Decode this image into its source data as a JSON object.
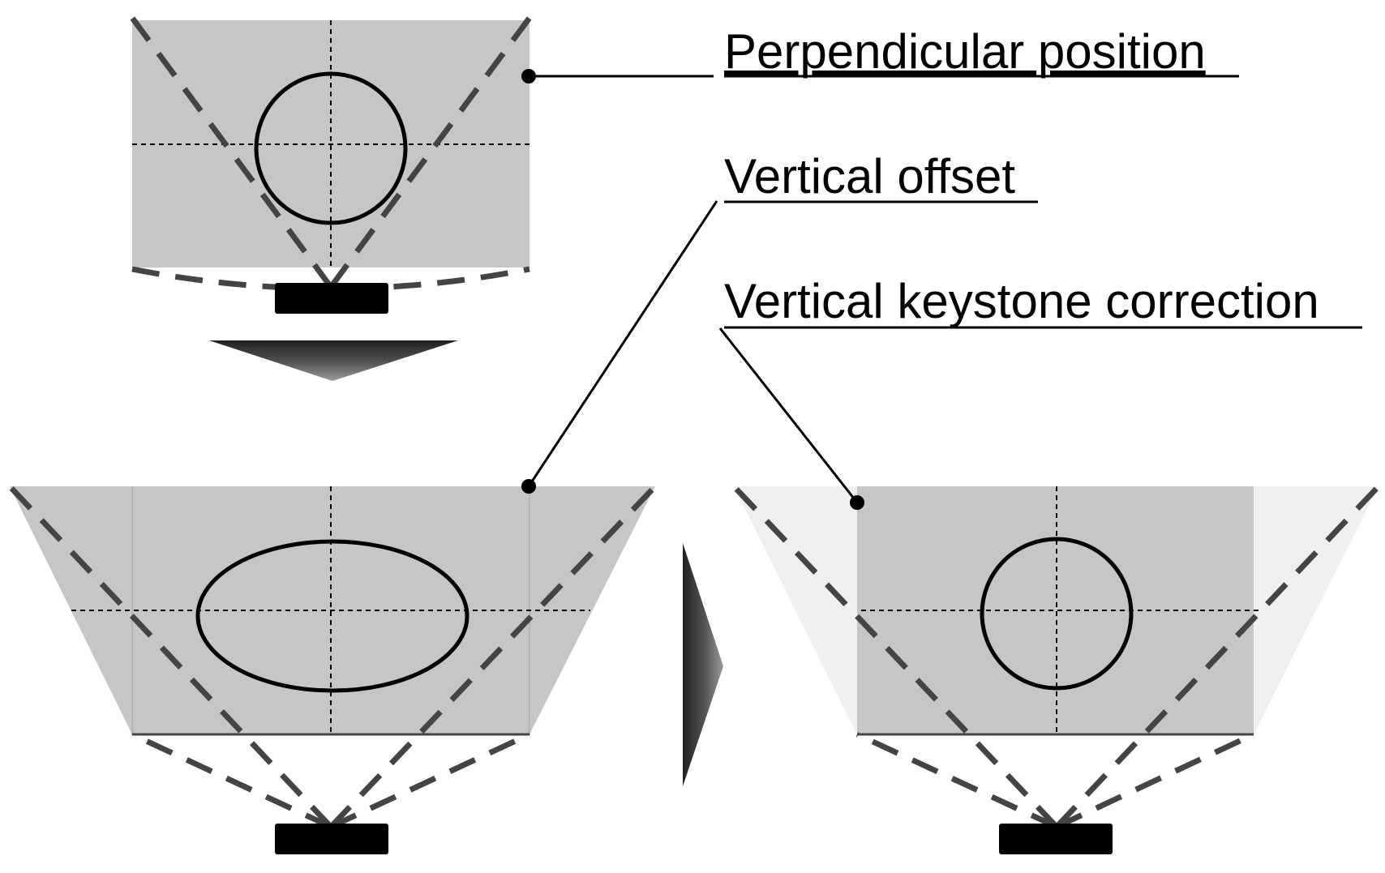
{
  "labels": {
    "perpendicular": "Perpendicular position",
    "vertical_offset": "Vertical offset",
    "keystone": "Vertical keystone correction"
  },
  "colors": {
    "screen_fill": "#c6c6c6",
    "trapezoid_fill": "#c6c6c6",
    "corrected_side_fill": "#efefef",
    "dashed_line": "#444444",
    "outline": "#000000",
    "projector": "#000000",
    "arrow_dark": "#2a2a2a",
    "arrow_light": "#8a8a8a"
  },
  "icons": {
    "projector": "projector-icon",
    "arrow_down": "arrow-down-icon",
    "arrow_right": "arrow-right-icon"
  }
}
